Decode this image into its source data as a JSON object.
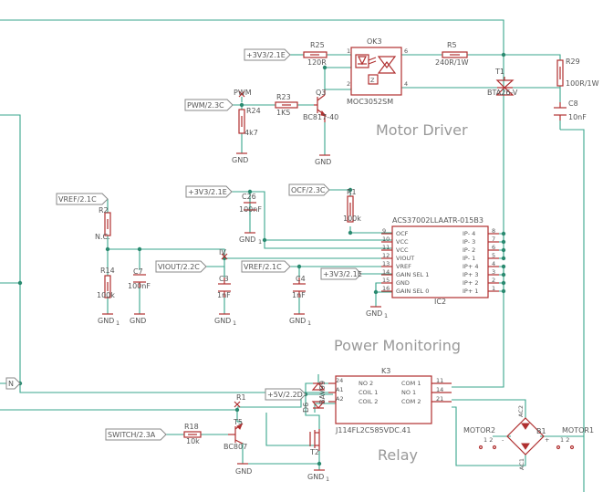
{
  "sections": {
    "motor_driver": "Motor Driver",
    "power_monitoring": "Power Monitoring",
    "relay": "Relay"
  },
  "nets": {
    "p3v3_a": "+3V3/2.1E",
    "pwm": "PWM/2.3C",
    "p3v3_b": "+3V3/2.1E",
    "ocf": "OCF/2.3C",
    "vref_a": "VREF/2.1C",
    "viout": "VIOUT/2.2C",
    "vref_b": "VREF/2.1C",
    "p3v3_c": "+3V3/2.1E",
    "p5v": "+5V/2.2D",
    "switch": "SWITCH/2.3A",
    "n": "N"
  },
  "parts": {
    "r25": {
      "name": "R25",
      "value": "120R"
    },
    "ok3": {
      "name": "OK3",
      "value": "MOC3052SM"
    },
    "r5": {
      "name": "R5",
      "value": "240R/1W"
    },
    "t1": {
      "name": "T1",
      "value": "BTA26-V"
    },
    "r29": {
      "name": "R29",
      "value": "100R/1W"
    },
    "c8": {
      "name": "C8",
      "value": "10nF"
    },
    "r23": {
      "name": "R23",
      "value": "1K5"
    },
    "q3": {
      "name": "Q3",
      "value": "BC817-40"
    },
    "r24": {
      "name": "R24",
      "value": "4k7"
    },
    "pwm_tp": {
      "name": "PWM"
    },
    "c26": {
      "name": "C26",
      "value": "100nF"
    },
    "r1": {
      "name": "R1",
      "value": "100k"
    },
    "ic2": {
      "name": "IC2",
      "value": "ACS37002LLAATR-015B3"
    },
    "r2": {
      "name": "R2",
      "value": "N.C."
    },
    "r14": {
      "name": "R14",
      "value": "100k"
    },
    "c7": {
      "name": "C7",
      "value": "100nF"
    },
    "iv": {
      "name": "IV"
    },
    "c3": {
      "name": "C3",
      "value": "1nF"
    },
    "c4": {
      "name": "C4",
      "value": "1nF"
    },
    "k3": {
      "name": "K3",
      "value": "J114FL2C585VDC.41"
    },
    "d6": {
      "name": "D6",
      "value": "BAV99"
    },
    "r1b": {
      "name": "R1"
    },
    "t5": {
      "name": "T5",
      "value": "BC807"
    },
    "r18": {
      "name": "R18",
      "value": "10k"
    },
    "t2": {
      "name": "T2"
    },
    "b1": {
      "name": "B1"
    },
    "motor2": {
      "name": "MOTOR2",
      "pins": "1 2"
    },
    "motor1": {
      "name": "MOTOR1",
      "pins": "1 2"
    }
  },
  "pins": {
    "ok3": {
      "p1": "1",
      "p2": "2",
      "p4": "4",
      "p6": "6"
    },
    "ic2_left": [
      {
        "num": "9",
        "name": "OCF"
      },
      {
        "num": "10",
        "name": "VCC"
      },
      {
        "num": "11",
        "name": "VCC"
      },
      {
        "num": "12",
        "name": "VIOUT"
      },
      {
        "num": "13",
        "name": "VREF"
      },
      {
        "num": "14",
        "name": "GAIN SEL 1"
      },
      {
        "num": "15",
        "name": "GND"
      },
      {
        "num": "16",
        "name": "GAIN SEL 0"
      }
    ],
    "ic2_right": [
      {
        "num": "8",
        "name": "IP- 4"
      },
      {
        "num": "7",
        "name": "IP- 3"
      },
      {
        "num": "6",
        "name": "IP- 2"
      },
      {
        "num": "5",
        "name": "IP- 1"
      },
      {
        "num": "4",
        "name": "IP+ 4"
      },
      {
        "num": "3",
        "name": "IP+ 3"
      },
      {
        "num": "2",
        "name": "IP+ 2"
      },
      {
        "num": "1",
        "name": "IP+ 1"
      }
    ],
    "k3_left": [
      {
        "num": "24",
        "name": "NO 2"
      },
      {
        "num": "A1",
        "name": "COIL 1"
      },
      {
        "num": "A2",
        "name": "COIL 2"
      }
    ],
    "k3_right": [
      {
        "num": "11",
        "name": "COM 1"
      },
      {
        "num": "14",
        "name": "NO 1"
      },
      {
        "num": "21",
        "name": "COM 2"
      }
    ],
    "b1": {
      "ac1": "AC1",
      "ac2": "AC2",
      "plus": "+",
      "minus": "-"
    }
  },
  "gnd": [
    "GND",
    "GND",
    "GND",
    "GND",
    "GND",
    "GND",
    "GND",
    "GND",
    "GND",
    "GND"
  ],
  "gnd_sub": "1"
}
